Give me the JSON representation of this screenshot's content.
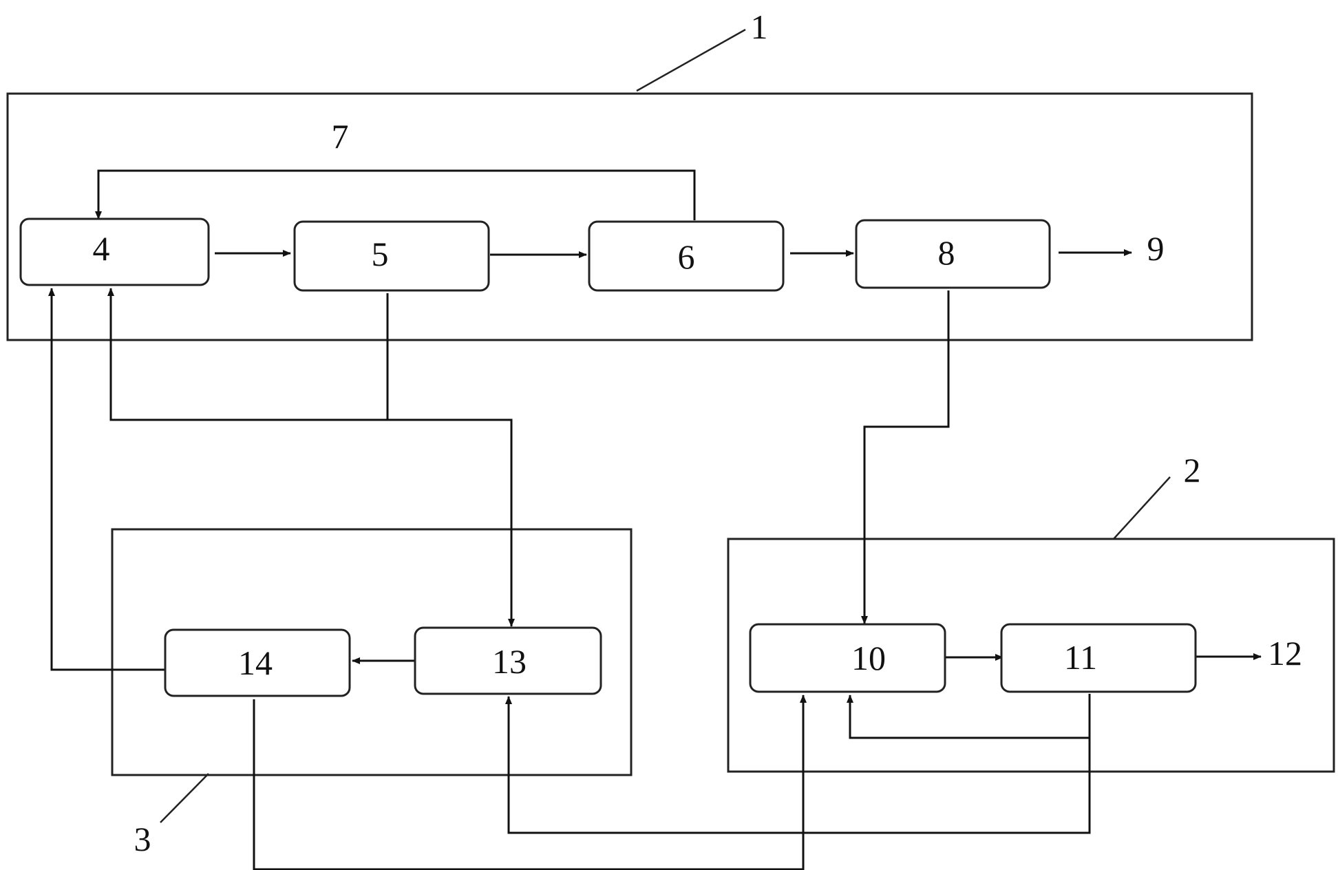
{
  "callouts": {
    "region_1": "1",
    "region_2": "2",
    "region_3": "3",
    "label_7": "7",
    "output_9": "9",
    "output_12": "12"
  },
  "blocks": {
    "b4": "4",
    "b5": "5",
    "b6": "6",
    "b8": "8",
    "b10": "10",
    "b11": "11",
    "b13": "13",
    "b14": "14"
  },
  "colors": {
    "line": "#111111",
    "background": "#ffffff"
  }
}
